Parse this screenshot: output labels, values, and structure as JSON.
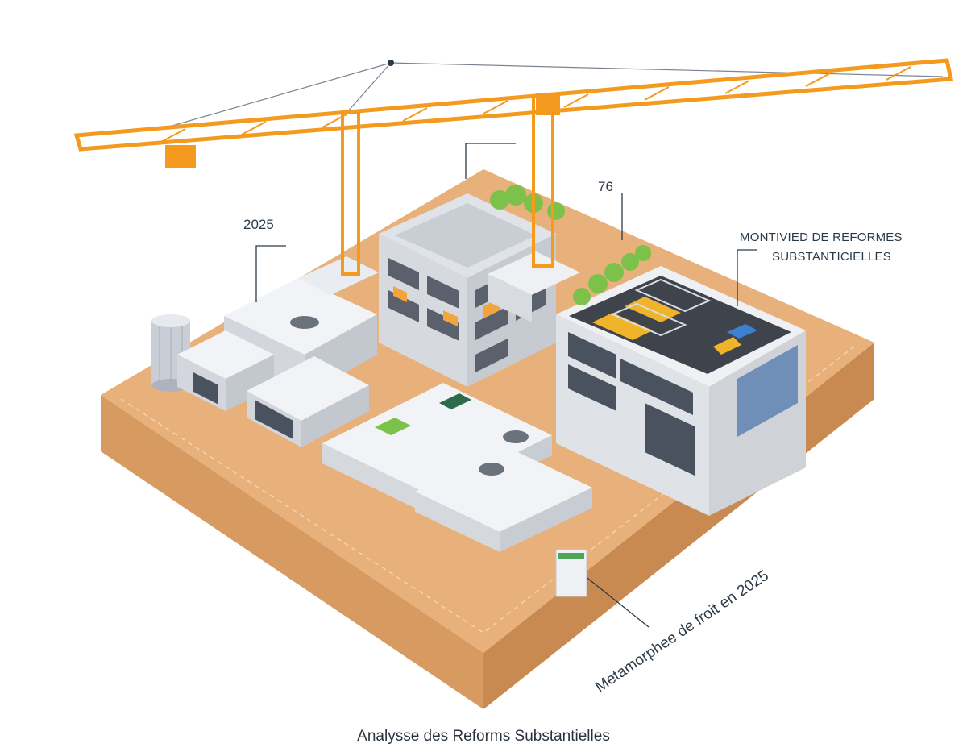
{
  "illustration": {
    "subject": "construction-site",
    "colors": {
      "ground_top": "#e8b07a",
      "ground_side": "#d79b62",
      "crane": "#f39a1f",
      "building": "#eceff3",
      "window": "#4a5260",
      "tree": "#7cc24a",
      "annotation": "#2b3a48"
    }
  },
  "labels": {
    "year": "2025",
    "number": "76",
    "right_line1": "MONTIVIED DE REFORMES",
    "right_line2": "SUBSTANTICIELLES",
    "diagonal": "Metamorphee de froit en 2025"
  },
  "caption": "Analysse des Reforms Substantielles"
}
